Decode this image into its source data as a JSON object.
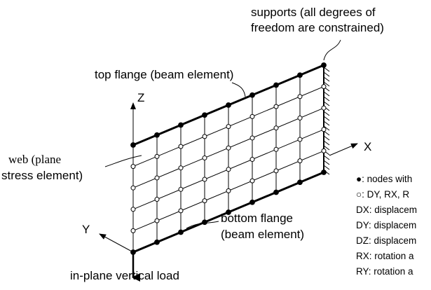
{
  "labels": {
    "supports_line1": "supports (all degrees of",
    "supports_line2": "freedom are constrained)",
    "top_flange": "top flange (beam element)",
    "web_line1": "web (plane",
    "web_line2": "stress element)",
    "bottom_flange_line1": "bottom flange",
    "bottom_flange_line2": "(beam element)",
    "load": "in-plane vertical load"
  },
  "axes": {
    "x": "X",
    "y": "Y",
    "z": "Z"
  },
  "legend": [
    "●: nodes with",
    "○: DY, RX, R",
    "DX: displacem",
    "DY: displacem",
    "DZ: displacem",
    "RX: rotation a",
    "RY: rotation a"
  ],
  "mesh": {
    "columns": 8,
    "rows": 5
  },
  "colors": {
    "ink": "#000000",
    "paper": "#ffffff"
  }
}
